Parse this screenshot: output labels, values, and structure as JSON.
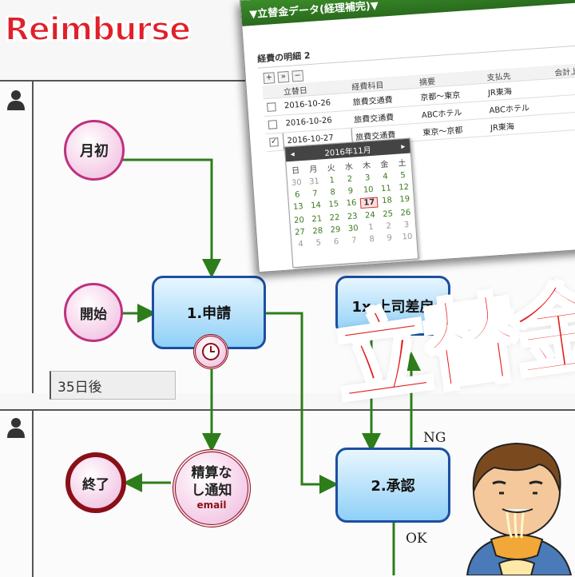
{
  "banner": {
    "title": "Reimburse",
    "big_text": "立替金"
  },
  "lanes": [
    {
      "name": "lane-applicant"
    },
    {
      "name": "lane-approver"
    }
  ],
  "events": {
    "monthly_start": "月初",
    "start": "開始",
    "end": "終了",
    "notify": "精算なし通知",
    "notify_sub": "email"
  },
  "tasks": {
    "apply": "1.申請",
    "boss": "1x.上司差戻",
    "approve": "2.承認"
  },
  "timer_note": "35日後",
  "flow_labels": {
    "ng": "NG",
    "ok": "OK"
  },
  "window": {
    "title": "▼立替金データ(経理補完)▼",
    "section": "経費の明細 2",
    "tools": [
      "+",
      "»",
      "−"
    ],
    "columns": [
      "立替日",
      "経費科目",
      "摘要",
      "支払先",
      "会計上の"
    ],
    "rows": [
      {
        "date": "2016-10-26",
        "account": "旅費交通費",
        "summary": "京都～東京",
        "payee": "JR東海",
        "checked": false
      },
      {
        "date": "2016-10-26",
        "account": "旅費交通費",
        "summary": "ABCホテル",
        "payee": "ABCホテル",
        "checked": false
      },
      {
        "date": "2016-10-27",
        "account": "旅費交通費",
        "summary": "東京～京都",
        "payee": "JR東海",
        "checked": true
      }
    ],
    "calendar": {
      "month_label": "2016年11月",
      "dows": [
        "日",
        "月",
        "火",
        "水",
        "木",
        "金",
        "土"
      ],
      "days": [
        "30",
        "31",
        "1",
        "2",
        "3",
        "4",
        "5",
        "6",
        "7",
        "8",
        "9",
        "10",
        "11",
        "12",
        "13",
        "14",
        "15",
        "16",
        "17",
        "18",
        "19",
        "20",
        "21",
        "22",
        "23",
        "24",
        "25",
        "26",
        "27",
        "28",
        "29",
        "30",
        "1",
        "2",
        "3",
        "4",
        "5",
        "6",
        "7",
        "8",
        "9",
        "10"
      ],
      "other_month_indices": [
        0,
        1,
        32,
        33,
        34,
        35,
        36,
        37,
        38,
        39,
        40,
        41
      ],
      "today": "17"
    }
  },
  "colors": {
    "title_red": "#e0202a",
    "task_border": "#1c4fa0",
    "flow_green": "#2d7d1a",
    "event_border": "#8a0f18"
  }
}
